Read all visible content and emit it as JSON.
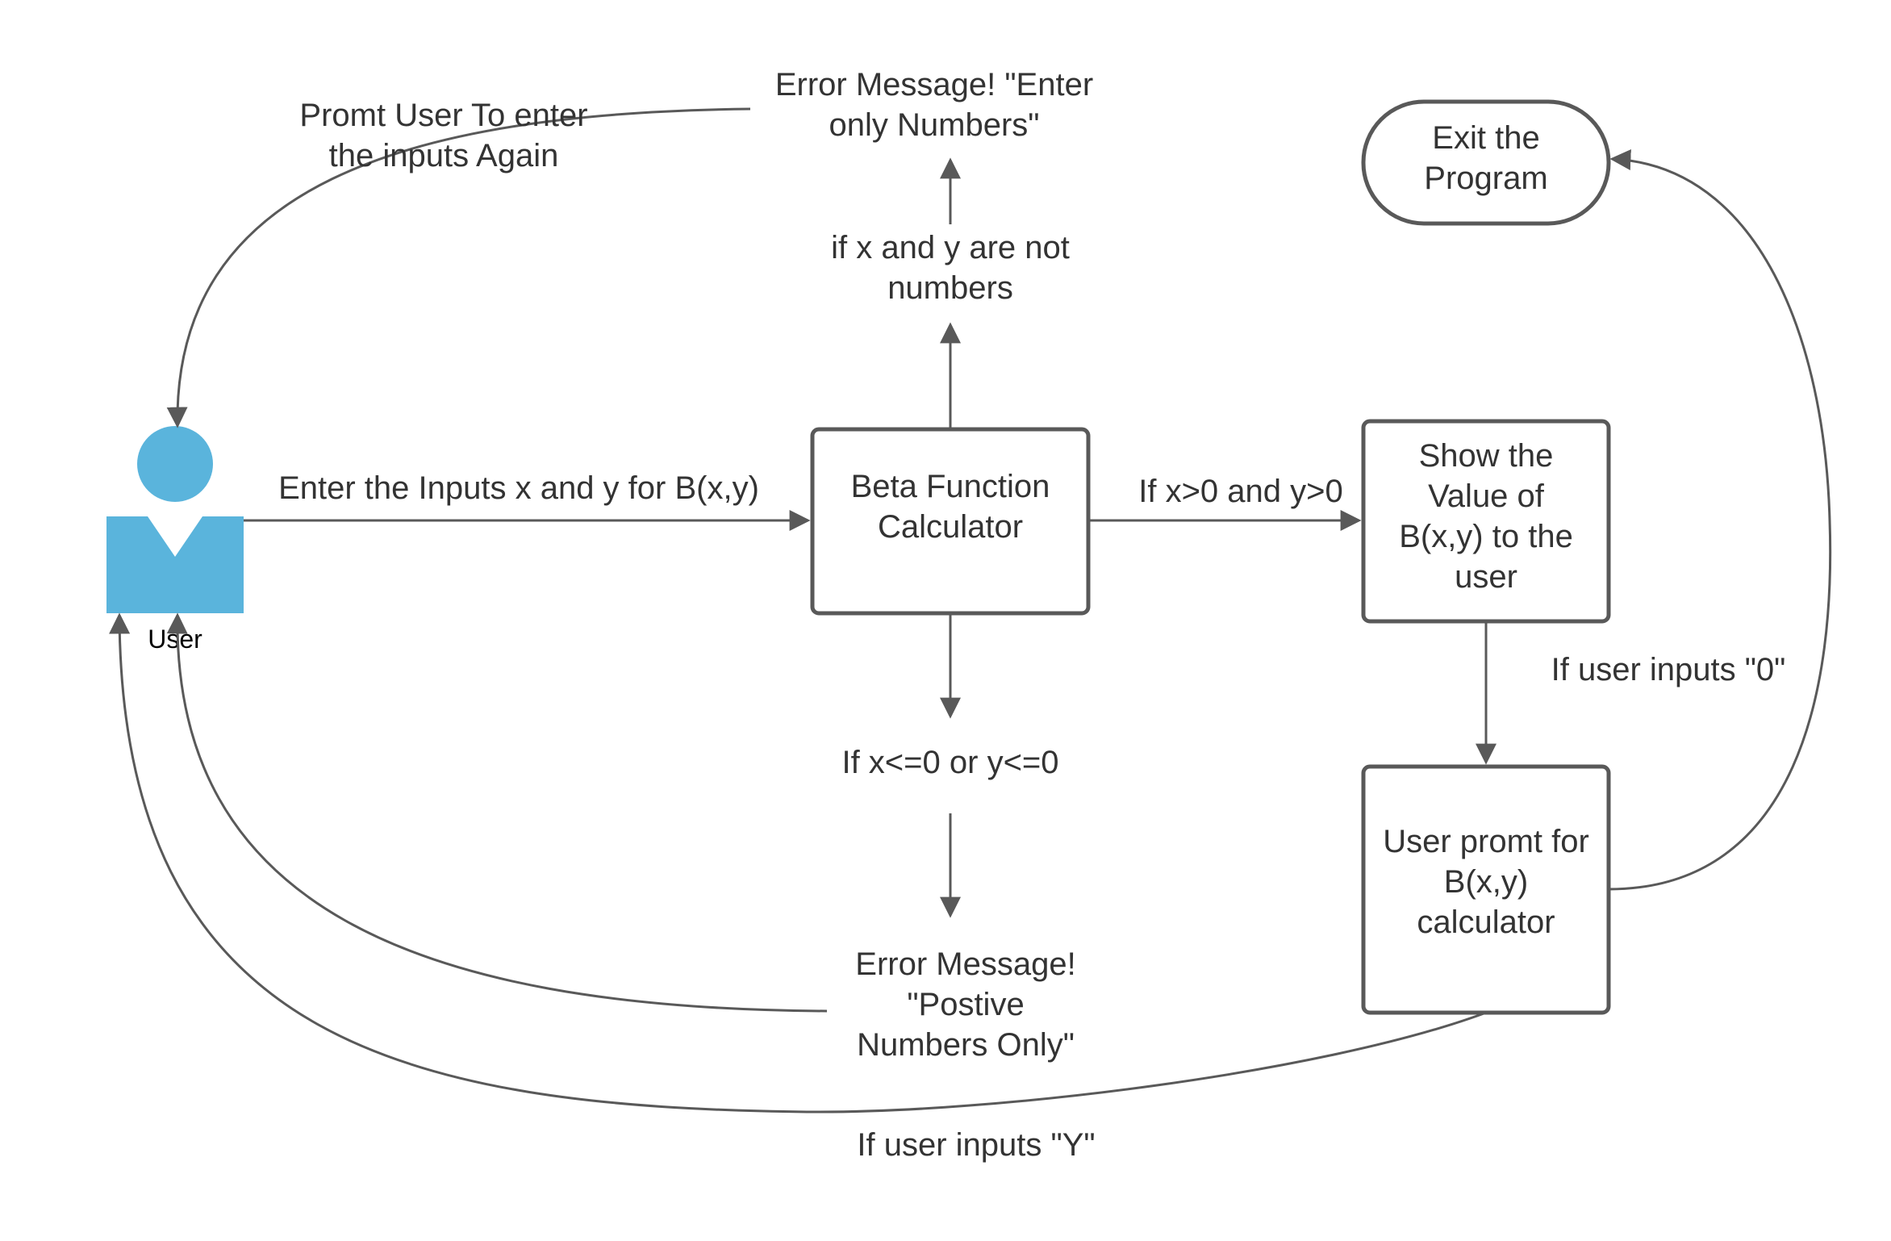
{
  "colors": {
    "stroke": "#595959",
    "text": "#333333",
    "actor": "#5ab4dc",
    "background": "#ffffff"
  },
  "actor": {
    "icon": "user-person-icon",
    "label": "User"
  },
  "nodes": {
    "calculator": [
      "Beta Function",
      "Calculator"
    ],
    "show_value": [
      "Show the",
      "Value of",
      "B(x,y) to the",
      "user"
    ],
    "prompt": [
      "User promt for",
      "B(x,y)",
      "calculator"
    ],
    "exit": [
      "Exit the",
      "Program"
    ],
    "error_numbers": [
      "Error Message! \"Enter",
      "only Numbers\""
    ],
    "error_positive": [
      "Error Message!",
      "\"Postive",
      "Numbers Only\""
    ],
    "cond_not_numbers": [
      "if x and y are not",
      "numbers"
    ],
    "cond_nonpositive": [
      "If x<=0  or y<=0"
    ]
  },
  "edges": {
    "enter_inputs": [
      "Enter the Inputs x and y for B(x,y)"
    ],
    "positive": [
      "If x>0 and y>0"
    ],
    "prompt_again": [
      "Promt User To enter",
      "the inputs Again"
    ],
    "user_inputs_zero": [
      "If user inputs \"0\""
    ],
    "user_inputs_y": [
      "If user inputs \"Y\""
    ]
  }
}
